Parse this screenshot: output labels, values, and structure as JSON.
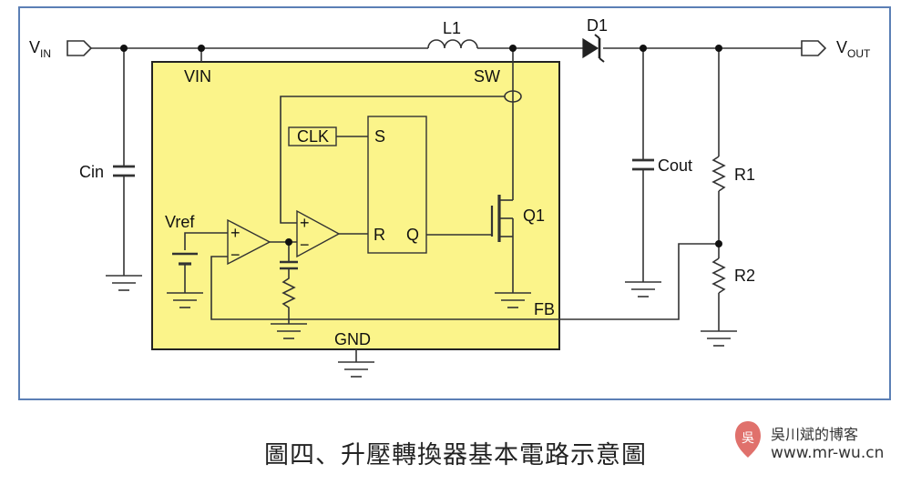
{
  "labels": {
    "vin_in": "V",
    "vin_in_sub": "IN",
    "vout": "V",
    "vout_sub": "OUT",
    "vin_pin": "VIN",
    "sw_pin": "SW",
    "gnd_pin": "GND",
    "fb_pin": "FB",
    "l1": "L1",
    "d1": "D1",
    "cin": "Cin",
    "cout": "Cout",
    "r1": "R1",
    "r2": "R2",
    "q1": "Q1",
    "clk": "CLK",
    "latch_s": "S",
    "latch_r": "R",
    "latch_q": "Q",
    "vref": "Vref",
    "plus": "+",
    "minus": "−"
  },
  "caption": "圖四、升壓轉換器基本電路示意圖",
  "watermark": {
    "logo_glyph": "吳",
    "title": "吳川斌的博客",
    "url": "www.mr-wu.cn"
  },
  "colors": {
    "ic_fill": "#fbf48a",
    "frame": "#5b7fb5",
    "wire": "#333333",
    "logo": "#e0716c"
  }
}
